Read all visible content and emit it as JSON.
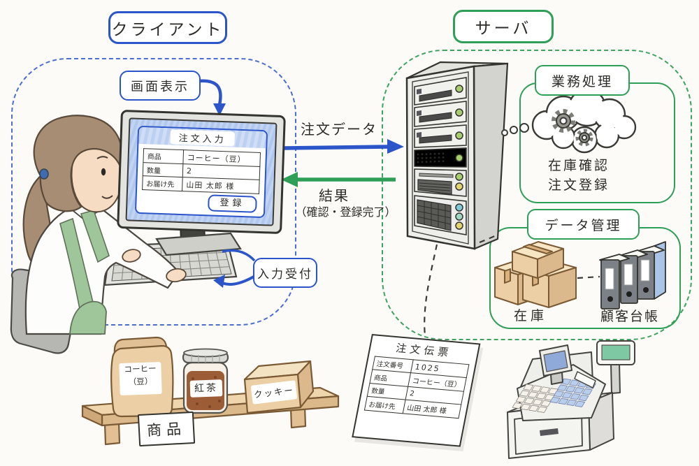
{
  "client": {
    "title": "クライアント",
    "screen_display_label": "画面表示",
    "input_accept_label": "入力受付",
    "order_form": {
      "title": "注文入力",
      "rows": [
        {
          "label": "商品",
          "value": "コーヒー（豆）"
        },
        {
          "label": "数量",
          "value": "2"
        },
        {
          "label": "お届け先",
          "value": "山田 太郎 様"
        }
      ],
      "submit": "登録"
    }
  },
  "flow": {
    "request": "注文データ",
    "response": "結果",
    "response_detail": "（確認・登録完了）"
  },
  "server": {
    "title": "サーバ",
    "business": {
      "label": "業務処理",
      "tasks": [
        "在庫確認",
        "注文登録"
      ]
    },
    "data_management": {
      "label": "データ管理",
      "inventory": "在庫",
      "ledger": "顧客台帳"
    }
  },
  "order_slip": {
    "title": "注文伝票",
    "rows": [
      {
        "label": "注文番号",
        "value": "1025"
      },
      {
        "label": "商品",
        "value": "コーヒー（豆）"
      },
      {
        "label": "数量",
        "value": "2"
      },
      {
        "label": "お届け先",
        "value": "山田 太郎 様"
      }
    ]
  },
  "shop": {
    "shelf_label": "商品",
    "coffee_bag": [
      "コーヒー",
      "（豆）"
    ],
    "tea_jar": "紅茶",
    "cookie_box": "クッキー"
  },
  "colors": {
    "ink_blue": "#2b55c8",
    "ink_green": "#2f9e57"
  }
}
